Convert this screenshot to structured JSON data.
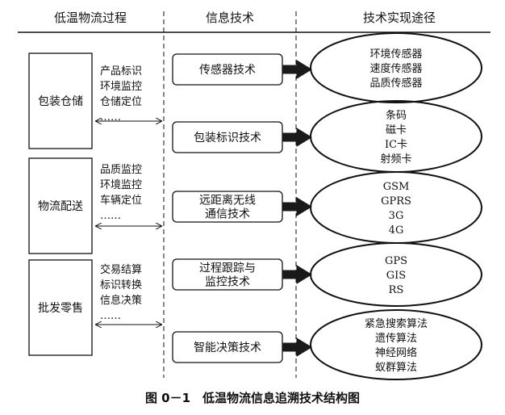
{
  "headers": {
    "process": "低温物流过程",
    "info_tech": "信息技术",
    "implementation": "技术实现途径"
  },
  "process_stages": [
    {
      "label": "包装仓储",
      "items": [
        "产品标识",
        "环境监控",
        "仓储定位",
        "……"
      ]
    },
    {
      "label": "物流配送",
      "items": [
        "品质监控",
        "环境监控",
        "车辆定位",
        "……"
      ]
    },
    {
      "label": "批发零售",
      "items": [
        "交易结算",
        "标识转换",
        "信息决策",
        "……"
      ]
    }
  ],
  "technologies": [
    {
      "label": [
        "传感器技术"
      ],
      "implementations": [
        "环境传感器",
        "速度传感器",
        "品质传感器"
      ]
    },
    {
      "label": [
        "包装标识技术"
      ],
      "implementations": [
        "条码",
        "磁卡",
        "IC卡",
        "射频卡"
      ]
    },
    {
      "label": [
        "远距离无线",
        "通信技术"
      ],
      "implementations": [
        "GSM",
        "GPRS",
        "3G",
        "4G"
      ]
    },
    {
      "label": [
        "过程跟踪与",
        "监控技术"
      ],
      "implementations": [
        "GPS",
        "GIS",
        "RS"
      ]
    },
    {
      "label": [
        "智能决策技术"
      ],
      "implementations": [
        "紧急搜索算法",
        "遗传算法",
        "神经网络",
        "蚁群算法"
      ]
    }
  ],
  "caption": "图 0－1　低温物流信息追溯技术结构图",
  "colors": {
    "ink": "#111111",
    "arrow": "#1a1a1a",
    "background": "#ffffff"
  }
}
